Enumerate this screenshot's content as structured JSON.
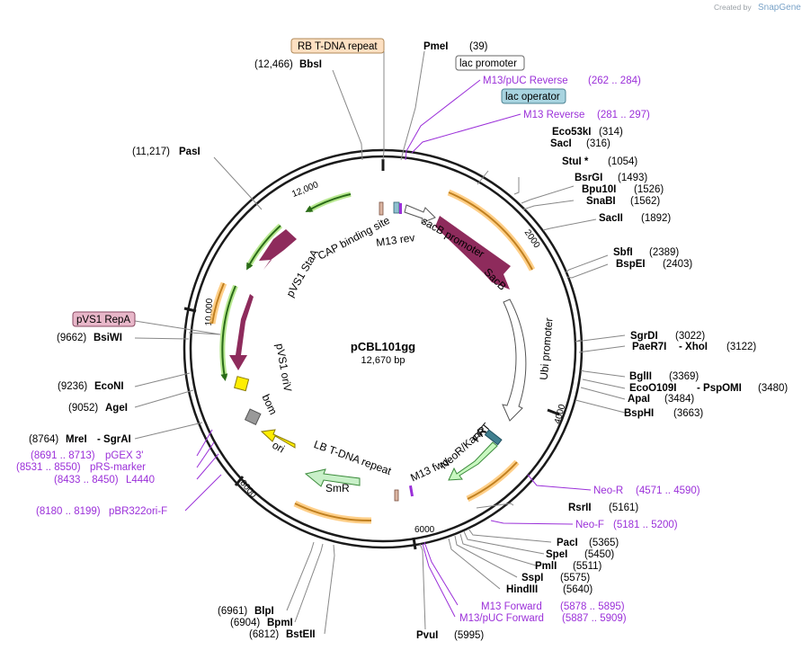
{
  "header": {
    "credit": "Created by",
    "brand": "SnapGene"
  },
  "plasmid": {
    "name": "pCBL101gg",
    "size": "12,670 bp"
  },
  "ticks": [
    "2000",
    "4000",
    "6000",
    "8000",
    "10,000",
    "12,000"
  ],
  "boxed_labels": [
    {
      "text": "RB T-DNA repeat",
      "color": "#fde0c2",
      "border": "#b08a5a"
    },
    {
      "text": "lac promoter",
      "color": "#ffffff",
      "border": "#666666"
    },
    {
      "text": "lac operator",
      "color": "#a8d4e0",
      "border": "#4d8393"
    },
    {
      "text": "pVS1 RepA",
      "color": "#e8b7c9",
      "border": "#8a4a63"
    }
  ],
  "sites": [
    {
      "enzyme": "PmeI",
      "pos": "(39)"
    },
    {
      "enzyme": "BbsI",
      "pos": "(12,466)"
    },
    {
      "enzyme": "Eco53kI",
      "pos": "(314)"
    },
    {
      "enzyme": "SacI",
      "pos": "(316)"
    },
    {
      "enzyme": "StuI *",
      "pos": "(1054)"
    },
    {
      "enzyme": "PasI",
      "pos": "(11,217)"
    },
    {
      "enzyme": "BsrGI",
      "pos": "(1493)"
    },
    {
      "enzyme": "Bpu10I",
      "pos": "(1526)"
    },
    {
      "enzyme": "SnaBI",
      "pos": "(1562)"
    },
    {
      "enzyme": "SacII",
      "pos": "(1892)"
    },
    {
      "enzyme": "SbfI",
      "pos": "(2389)"
    },
    {
      "enzyme": "BspEI",
      "pos": "(2403)"
    },
    {
      "enzyme": "BsiWI",
      "pos": "(9662)"
    },
    {
      "enzyme": "SgrDI",
      "pos": "(3022)"
    },
    {
      "enzyme": "PaeR7I",
      "pos": ""
    },
    {
      "enzyme": "- XhoI",
      "pos": "(3122)"
    },
    {
      "enzyme": "BglII",
      "pos": "(3369)"
    },
    {
      "enzyme": "EcoO109I",
      "pos": ""
    },
    {
      "enzyme": "- PspOMI",
      "pos": "(3480)"
    },
    {
      "enzyme": "EcoNI",
      "pos": "(9236)"
    },
    {
      "enzyme": "ApaI",
      "pos": "(3484)"
    },
    {
      "enzyme": "AgeI",
      "pos": "(9052)"
    },
    {
      "enzyme": "BspHI",
      "pos": "(3663)"
    },
    {
      "enzyme": "MreI",
      "pos": "(8764)"
    },
    {
      "enzyme": "- SgrAI",
      "pos": ""
    },
    {
      "enzyme": "RsrII",
      "pos": "(5161)"
    },
    {
      "enzyme": "PacI",
      "pos": "(5365)"
    },
    {
      "enzyme": "SpeI",
      "pos": "(5450)"
    },
    {
      "enzyme": "PmlI",
      "pos": "(5511)"
    },
    {
      "enzyme": "SspI",
      "pos": "(5575)"
    },
    {
      "enzyme": "HindIII",
      "pos": "(5640)"
    },
    {
      "enzyme": "BlpI",
      "pos": "(6961)"
    },
    {
      "enzyme": "BpmI",
      "pos": "(6904)"
    },
    {
      "enzyme": "BstEII",
      "pos": "(6812)"
    },
    {
      "enzyme": "PvuI",
      "pos": "(5995)"
    }
  ],
  "primers": [
    {
      "name": "M13/pUC Reverse",
      "range": "(262 .. 284)"
    },
    {
      "name": "M13 Reverse",
      "range": "(281 .. 297)"
    },
    {
      "name": "pGEX 3'",
      "range": "(8691 .. 8713)"
    },
    {
      "name": "pRS-marker",
      "range": "(8531 .. 8550)"
    },
    {
      "name": "L4440",
      "range": "(8433 .. 8450)"
    },
    {
      "name": "pBR322ori-F",
      "range": "(8180 .. 8199)"
    },
    {
      "name": "Neo-R",
      "range": "(4571 .. 4590)"
    },
    {
      "name": "Neo-F",
      "range": "(5181 .. 5200)"
    },
    {
      "name": "M13 Forward",
      "range": "(5878 .. 5895)"
    },
    {
      "name": "M13/pUC Forward",
      "range": "(5887 .. 5909)"
    }
  ],
  "features": {
    "cap_binding_site": "CAP binding site",
    "m13_rev": "M13 rev",
    "sacb_promoter": "sacB promoter",
    "sacb": "SacB",
    "ubi_promoter": "Ubi promoter",
    "neokanr": "NeoR/KanR",
    "frt": "FRT",
    "m13_fwd": "M13 fwd",
    "lb_tdna": "LB T-DNA repeat",
    "smr": "SmR",
    "ori": "ori",
    "bom": "bom",
    "pvs1_oriv": "pVS1 oriV",
    "pvs1_staa": "pVS1 StaA"
  },
  "colors": {
    "backbone": "#1a1a1a",
    "cds_dark": "#8e2b5c",
    "cds_green": "#5aa02c",
    "ori_yellow": "#ffee00",
    "smr_green": "#c8f0c8",
    "neo_green": "#c8f8c0",
    "primer_purple": "#9b30d9",
    "orange_glow": "#ffbb55",
    "bom_gray": "#999999"
  }
}
